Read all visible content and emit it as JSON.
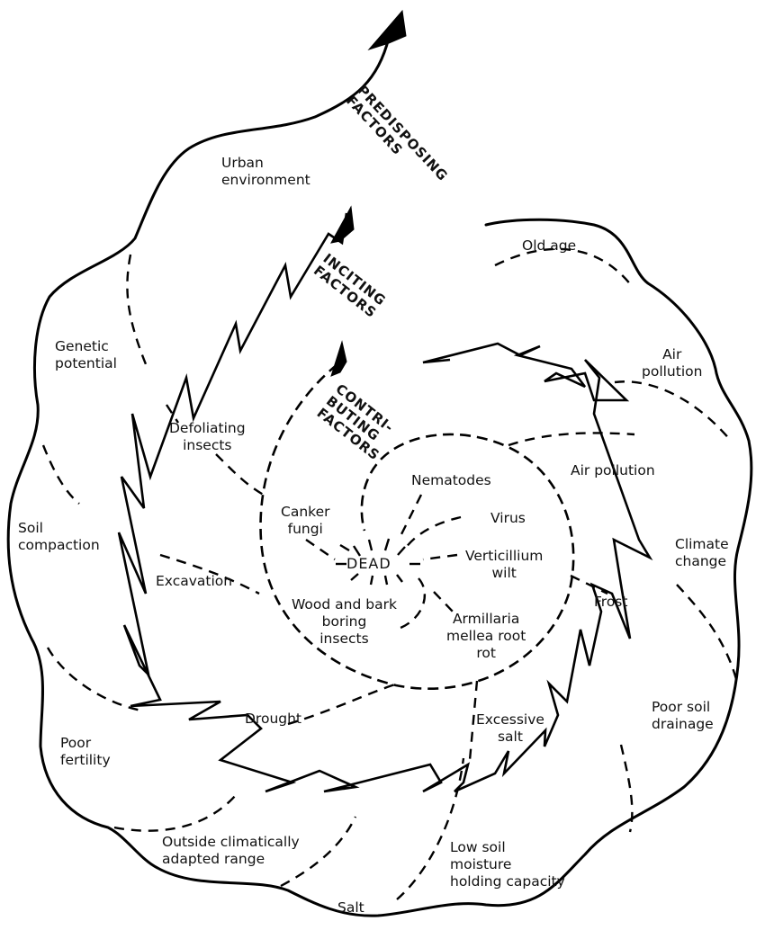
{
  "title": "Decline spiral of tree health",
  "headings": {
    "predisposing": "PREDISPOSING\nFACTORS",
    "inciting": "INCITING\nFACTORS",
    "contributing": "CONTRI-\nBUTING\nFACTORS"
  },
  "center": "DEAD",
  "predisposing_factors": [
    "Urban\nenvironment",
    "Old age",
    "Air\npollution",
    "Climate\nchange",
    "Poor soil\ndrainage",
    "Low soil\nmoisture\nholding capacity",
    "Salt",
    "Outside climatically\nadapted range",
    "Poor\nfertility",
    "Soil\ncompaction",
    "Genetic\npotential"
  ],
  "inciting_factors": [
    "Defoliating\ninsects",
    "Excavation",
    "Drought",
    "Excessive\nsalt",
    "Frost",
    "Air pollution"
  ],
  "contributing_factors": [
    "Nematodes",
    "Virus",
    "Verticillium\nwilt",
    "Armillaria\nmellea root\nrot",
    "Wood and bark\nboring\ninsects",
    "Canker\nfungi"
  ],
  "colors": {
    "ink": "#000000",
    "background": "#ffffff"
  }
}
